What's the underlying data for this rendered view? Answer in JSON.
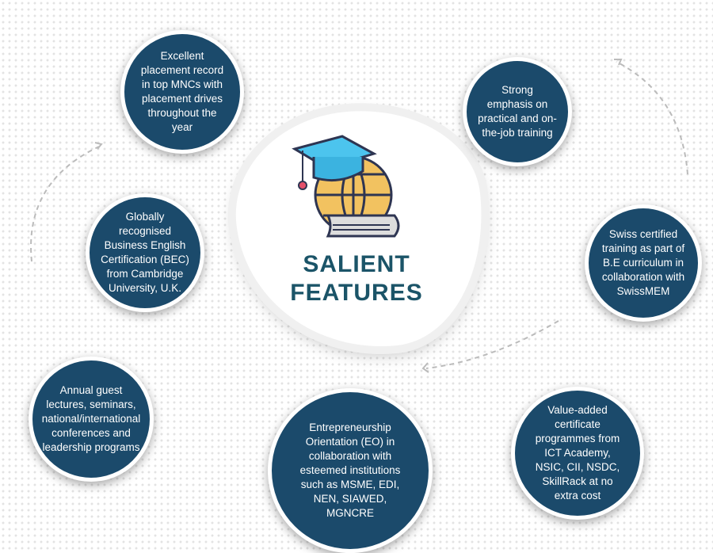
{
  "title": {
    "line1": "SALIENT",
    "line2": "FEATURES"
  },
  "features": [
    "Excellent placement record in top MNCs with placement drives throughout the year",
    "Strong emphasis on practical and on-the-job training",
    "Globally recognised Business English Certification (BEC) from Cambridge University, U.K.",
    "Swiss certified training as part of B.E curriculum in collaboration with SwissMEM",
    "Annual guest lectures, seminars, national/international conferences and leadership programs",
    "Entrepreneurship Orientation (EO) in collaboration with esteemed institutions such as MSME, EDI, NEN, SIAWED, MGNCRE",
    "Value-added certificate programmes from ICT Academy, NSIC, CII, NSDC, SkillRack at no extra cost"
  ],
  "colors": {
    "circle": "#1b4a6b",
    "title": "#1b5468"
  }
}
